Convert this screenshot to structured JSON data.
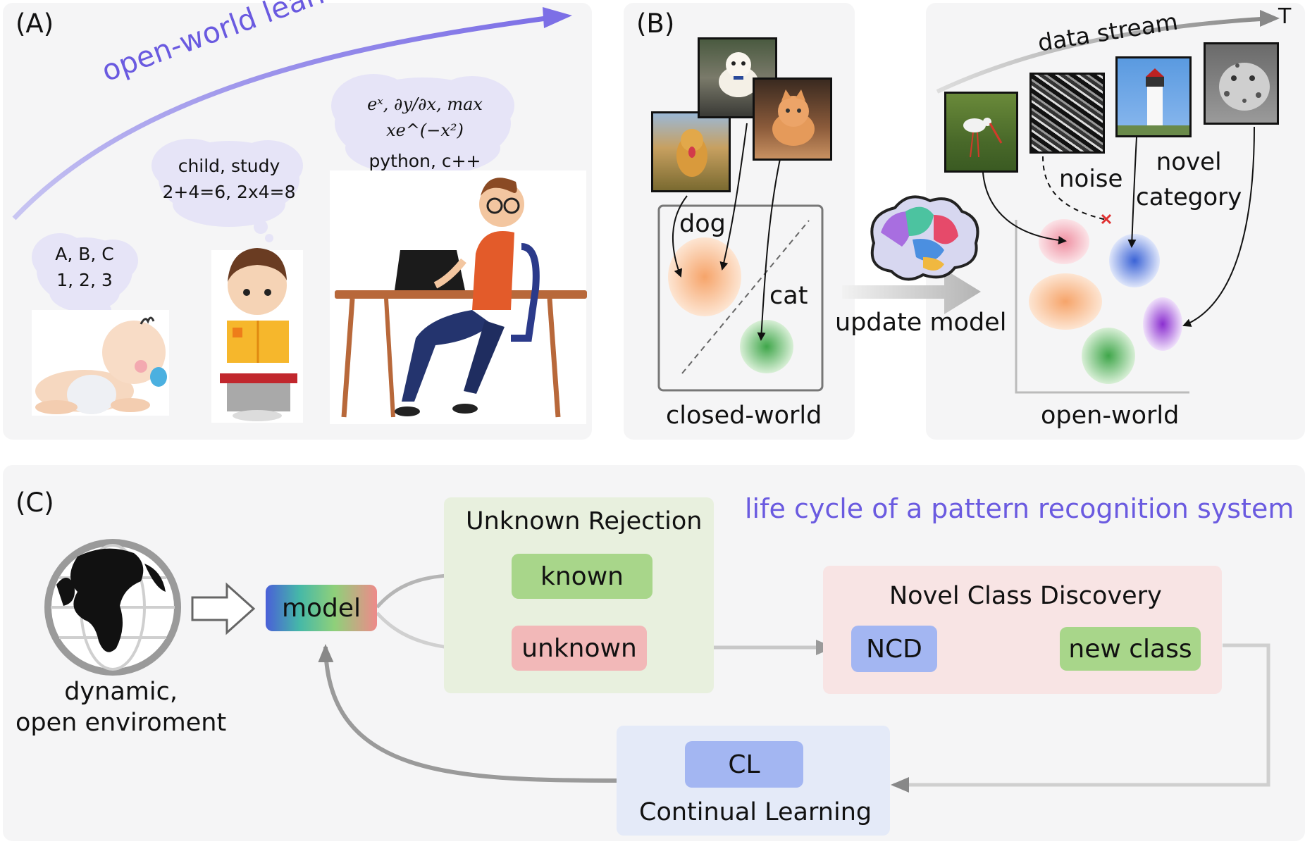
{
  "panel_a": {
    "label": "(A)",
    "arrow_text": "open-world learning",
    "bubble_baby_line1": "A, B, C",
    "bubble_baby_line2": "1, 2, 3",
    "bubble_child_line1": "child, study",
    "bubble_child_line2": "2+4=6, 2x4=8",
    "bubble_adult_math": "eˣ, ∂y/∂x, max xe^(−x²)",
    "bubble_adult_line2": "python, c++"
  },
  "panel_b": {
    "label": "(B)",
    "data_stream": "data stream",
    "time_label": "T",
    "dog": "dog",
    "cat": "cat",
    "closed_world": "closed-world",
    "update_model": "update model",
    "noise": "noise",
    "novel_line1": "novel",
    "novel_line2": "category",
    "open_world": "open-world"
  },
  "panel_c": {
    "label": "(C)",
    "title": "life cycle of a pattern recognition system",
    "env_line1": "dynamic,",
    "env_line2": "open enviroment",
    "model": "model",
    "unknown_rejection": "Unknown Rejection",
    "known": "known",
    "unknown": "unknown",
    "ncd_title": "Novel Class Discovery",
    "ncd": "NCD",
    "new_class": "new class",
    "cl": "CL",
    "continual_learning": "Continual Learning"
  },
  "colors": {
    "accent_purple": "#6a5ae0",
    "known_green": "#a8d68a",
    "unknown_pink": "#f2b8b8",
    "ncd_blue": "#a3b6f2",
    "rejection_bg": "#e8f0de",
    "ncd_bg": "#f8e4e4",
    "cl_bg": "#e4eaf8"
  }
}
